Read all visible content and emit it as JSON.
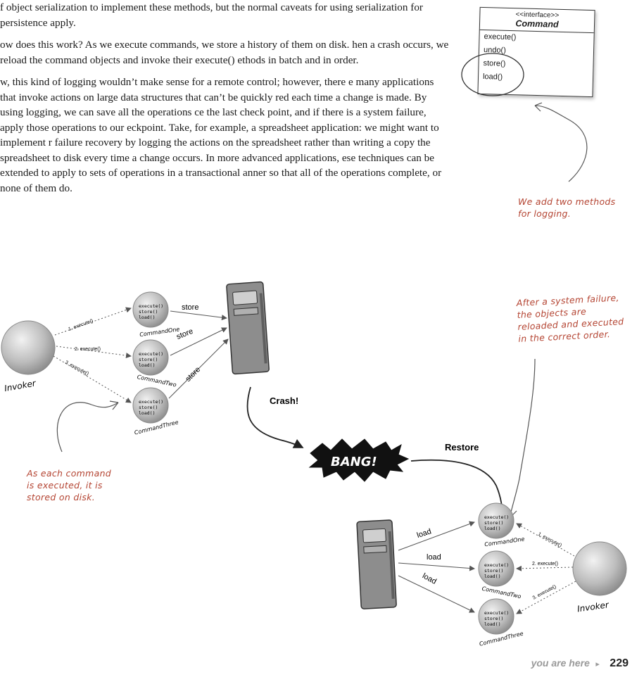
{
  "paragraphs": [
    "f object serialization to implement these methods, but the normal caveats for using serialization for persistence apply.",
    "ow does this work? As we execute commands, we store a history of them on disk. hen a crash occurs, we reload the command objects and invoke their execute() ethods in batch and in order.",
    "w, this kind of logging wouldn’t make sense for a remote control; however, there e many applications that invoke actions on large data structures that can’t be quickly red each time a change is made. By using logging, we can save all the operations ce the last check point, and if there is a system failure, apply those operations to our eckpoint. Take, for example, a spreadsheet application: we might want to implement r failure recovery by logging the actions on the spreadsheet rather than writing a copy the spreadsheet to disk every time a change occurs. In more advanced applications, ese techniques can be extended to apply to sets of operations in a transactional anner so that all of the operations complete, or none of them do."
  ],
  "interface": {
    "stereotype": "<<interface>>",
    "name": "Command",
    "methods": [
      "execute()",
      "undo()",
      "store()",
      "load()"
    ]
  },
  "notes": {
    "logging": [
      "We add two methods",
      "for logging."
    ],
    "stored": [
      "As each command",
      "is executed, it is",
      "stored on disk."
    ],
    "failure": [
      "After a system failure,",
      "the objects are",
      "reloaded and executed",
      "in the correct order."
    ]
  },
  "diagram": {
    "invoker": "Invoker",
    "commands": [
      "CommandOne",
      "CommandTwo",
      "CommandThree"
    ],
    "object_methods": [
      "execute()",
      "store()",
      "load()"
    ],
    "calls": [
      "1. execute()",
      "2. execute()",
      "3. execute()"
    ],
    "store_label": "store",
    "load_label": "load",
    "crash": "Crash!",
    "bang": "BANG!",
    "restore": "Restore"
  },
  "footer": {
    "you_are_here": "you are here",
    "arrow": "▸",
    "page": "229"
  },
  "colors": {
    "handwriting": "#b44432",
    "bang_fill": "#111111",
    "object_fill": "#bdbdbd"
  }
}
